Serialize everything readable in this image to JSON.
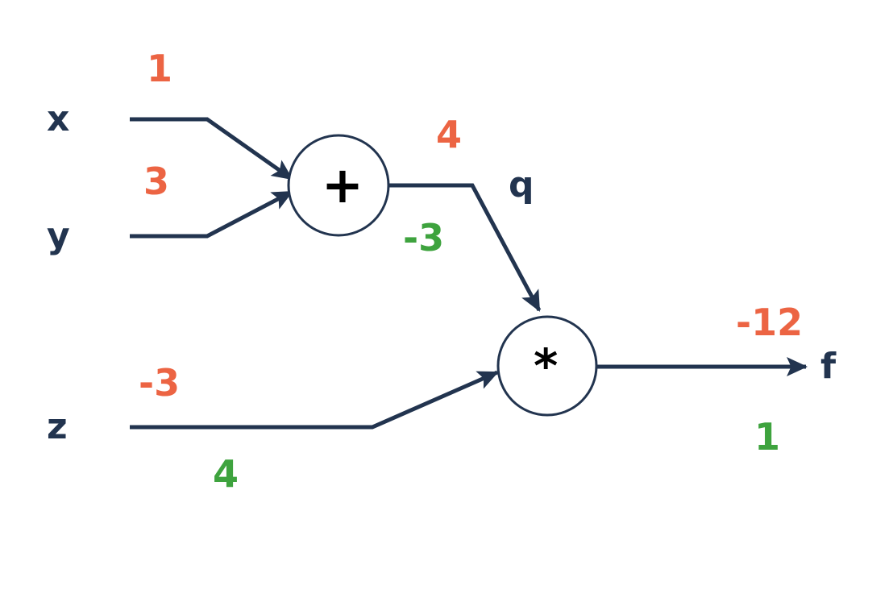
{
  "diagram": {
    "title": "computational-graph",
    "background_color": "#ffffff",
    "colors": {
      "edge": "#22344F",
      "variable": "#22344F",
      "forward_value": "#EC6443",
      "gradient_value": "#3EA33E",
      "operator_glyph": "#000000"
    }
  },
  "inputs": [
    {
      "name": "x",
      "label": "x",
      "forward_value": "1",
      "gradient_value": ""
    },
    {
      "name": "y",
      "label": "y",
      "forward_value": "3",
      "gradient_value": ""
    },
    {
      "name": "z",
      "label": "z",
      "forward_value": "-3",
      "gradient_value": "4"
    }
  ],
  "nodes": [
    {
      "name": "add-node",
      "glyph": "+",
      "operation": "add"
    },
    {
      "name": "multiply-node",
      "glyph": "*",
      "operation": "multiply"
    }
  ],
  "edges": [
    {
      "name": "q-edge",
      "label": "q",
      "forward_value": "4",
      "gradient_value": "-3"
    },
    {
      "name": "f-edge",
      "label": "f",
      "forward_value": "-12",
      "gradient_value": "1"
    }
  ],
  "labels": {
    "x": "x",
    "y": "y",
    "z": "z",
    "q": "q",
    "f": "f",
    "plus": "+",
    "times": "*",
    "x_forward": "1",
    "y_forward": "3",
    "q_forward": "4",
    "q_gradient": "-3",
    "z_forward": "-3",
    "z_gradient": "4",
    "f_forward": "-12",
    "f_gradient": "1"
  }
}
